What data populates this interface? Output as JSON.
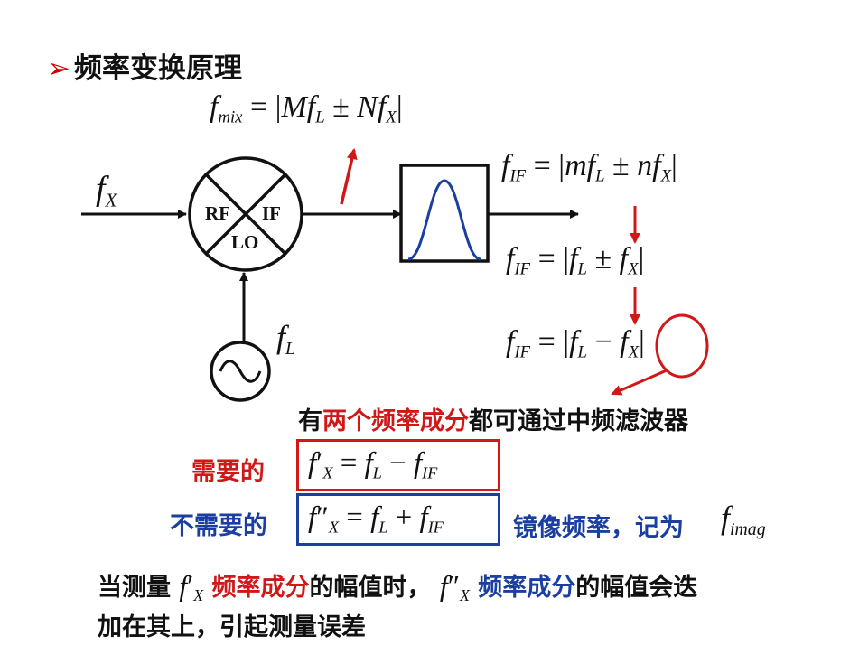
{
  "title": {
    "arrow": "➢",
    "text": "频率变换原理"
  },
  "mixer": {
    "rf": "RF",
    "if": "IF",
    "lo": "LO"
  },
  "inputs": {
    "fx": {
      "base": "f",
      "sub": "X"
    },
    "fl": {
      "base": "f",
      "sub": "L"
    }
  },
  "equations": {
    "fmix": {
      "lhs": "f",
      "lhs_sub": "mix",
      "rhs_a": "Mf",
      "sub_a": "L",
      "op": "±",
      "rhs_b": "Nf",
      "sub_b": "X"
    },
    "fif_general": {
      "lhs": "f",
      "lhs_sub": "IF",
      "rhs_a": "mf",
      "sub_a": "L",
      "op": "±",
      "rhs_b": "nf",
      "sub_b": "X"
    },
    "fif_first": {
      "lhs": "f",
      "lhs_sub": "IF",
      "rhs_a": "f",
      "sub_a": "L",
      "op": "±",
      "rhs_b": "f",
      "sub_b": "X"
    },
    "fif_diff": {
      "lhs": "f",
      "lhs_sub": "IF",
      "rhs_a": "f",
      "sub_a": "L",
      "op": "−",
      "rhs_b": "f",
      "sub_b": "X"
    }
  },
  "notes": {
    "line1_pre": "有",
    "line1_red": "两个频率成分",
    "line1_post": "都可通过中频滤波器",
    "wanted_label": "需要的",
    "unwanted_label": "不需要的",
    "image_label": "镜像频率，记为",
    "image_sym": {
      "base": "f",
      "sub": "imag"
    },
    "bottom1_a": "当测量",
    "bottom1_b": "频率成分",
    "bottom1_c": "的幅值时，",
    "bottom1_d": "频率成分",
    "bottom1_e": "的幅值会迭",
    "bottom2": "加在其上，引起测量误差"
  },
  "wanted_eq": {
    "lhs": "f",
    "prime": "′",
    "lhs_sub": "X",
    "rhs_a": "f",
    "sub_a": "L",
    "op": "−",
    "rhs_b": "f",
    "sub_b": "IF"
  },
  "unwanted_eq": {
    "lhs": "f",
    "prime": "″",
    "lhs_sub": "X",
    "rhs_a": "f",
    "sub_a": "L",
    "op": "+",
    "rhs_b": "f",
    "sub_b": "IF"
  },
  "colors": {
    "red": "#d01818",
    "blue": "#1a3fa0",
    "filter_curve": "#1a3fa0",
    "black": "#111111"
  }
}
